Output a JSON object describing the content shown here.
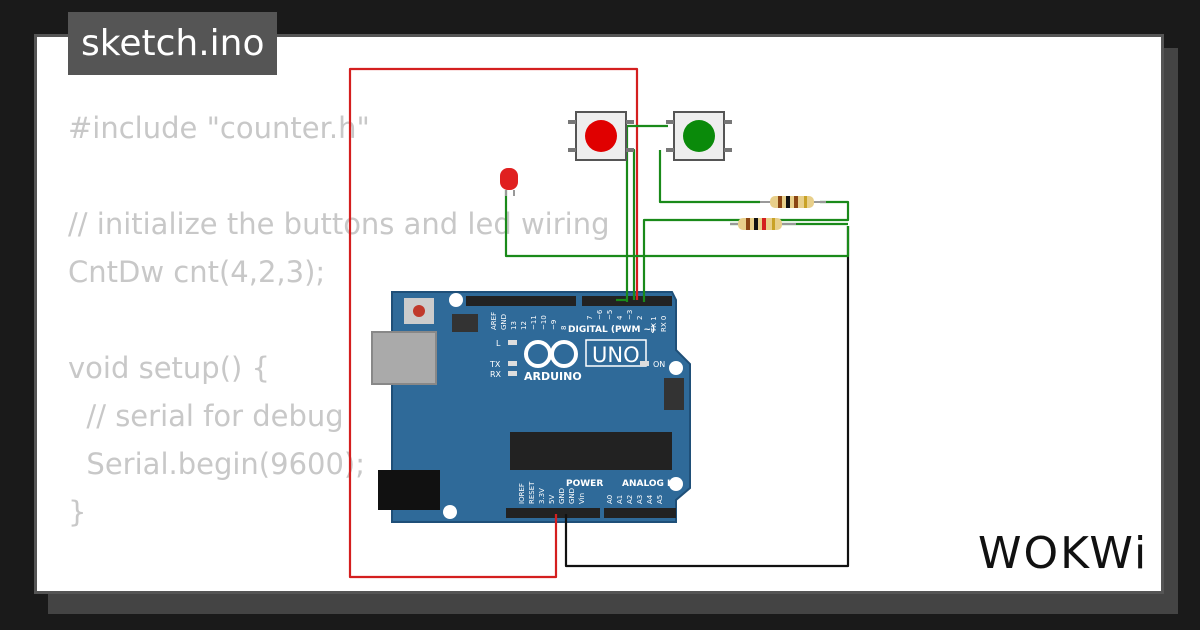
{
  "file_tab": {
    "label": "sketch.ino"
  },
  "code_lines": [
    "#include \"counter.h\"",
    "",
    "// initialize the buttons and led wiring",
    "CntDw cnt(4,2,3);",
    "",
    "void setup() {",
    "  // serial for debug",
    "  Serial.begin(9600);",
    "}"
  ],
  "board": {
    "model": "UNO",
    "brand": "ARDUINO",
    "digital_header_label": "DIGITAL (PWM ~)",
    "analog_header_label": "ANALOG IN",
    "power_header_label": "POWER",
    "led_labels": {
      "l": "L",
      "tx": "TX",
      "rx": "RX",
      "on": "ON"
    },
    "digital_pins_left": [
      "AREF",
      "GND",
      "13",
      "12",
      "~11",
      "~10",
      "~9",
      "8"
    ],
    "digital_pins_right": [
      "7",
      "~6",
      "~5",
      "4",
      "~3",
      "2",
      "TX 1",
      "RX 0"
    ],
    "power_pins": [
      "IOREF",
      "RESET",
      "3.3V",
      "5V",
      "GND",
      "GND",
      "Vin"
    ],
    "analog_pins": [
      "A0",
      "A1",
      "A2",
      "A3",
      "A4",
      "A5"
    ]
  },
  "components": {
    "button_red_color": "#e00000",
    "button_green_color": "#0a8a0a",
    "led_color": "#e02020"
  },
  "wire_colors": {
    "power": "#d41f1f",
    "signal": "#1a8a1a",
    "ground": "#111111"
  },
  "brand_logo": "WOKWi"
}
